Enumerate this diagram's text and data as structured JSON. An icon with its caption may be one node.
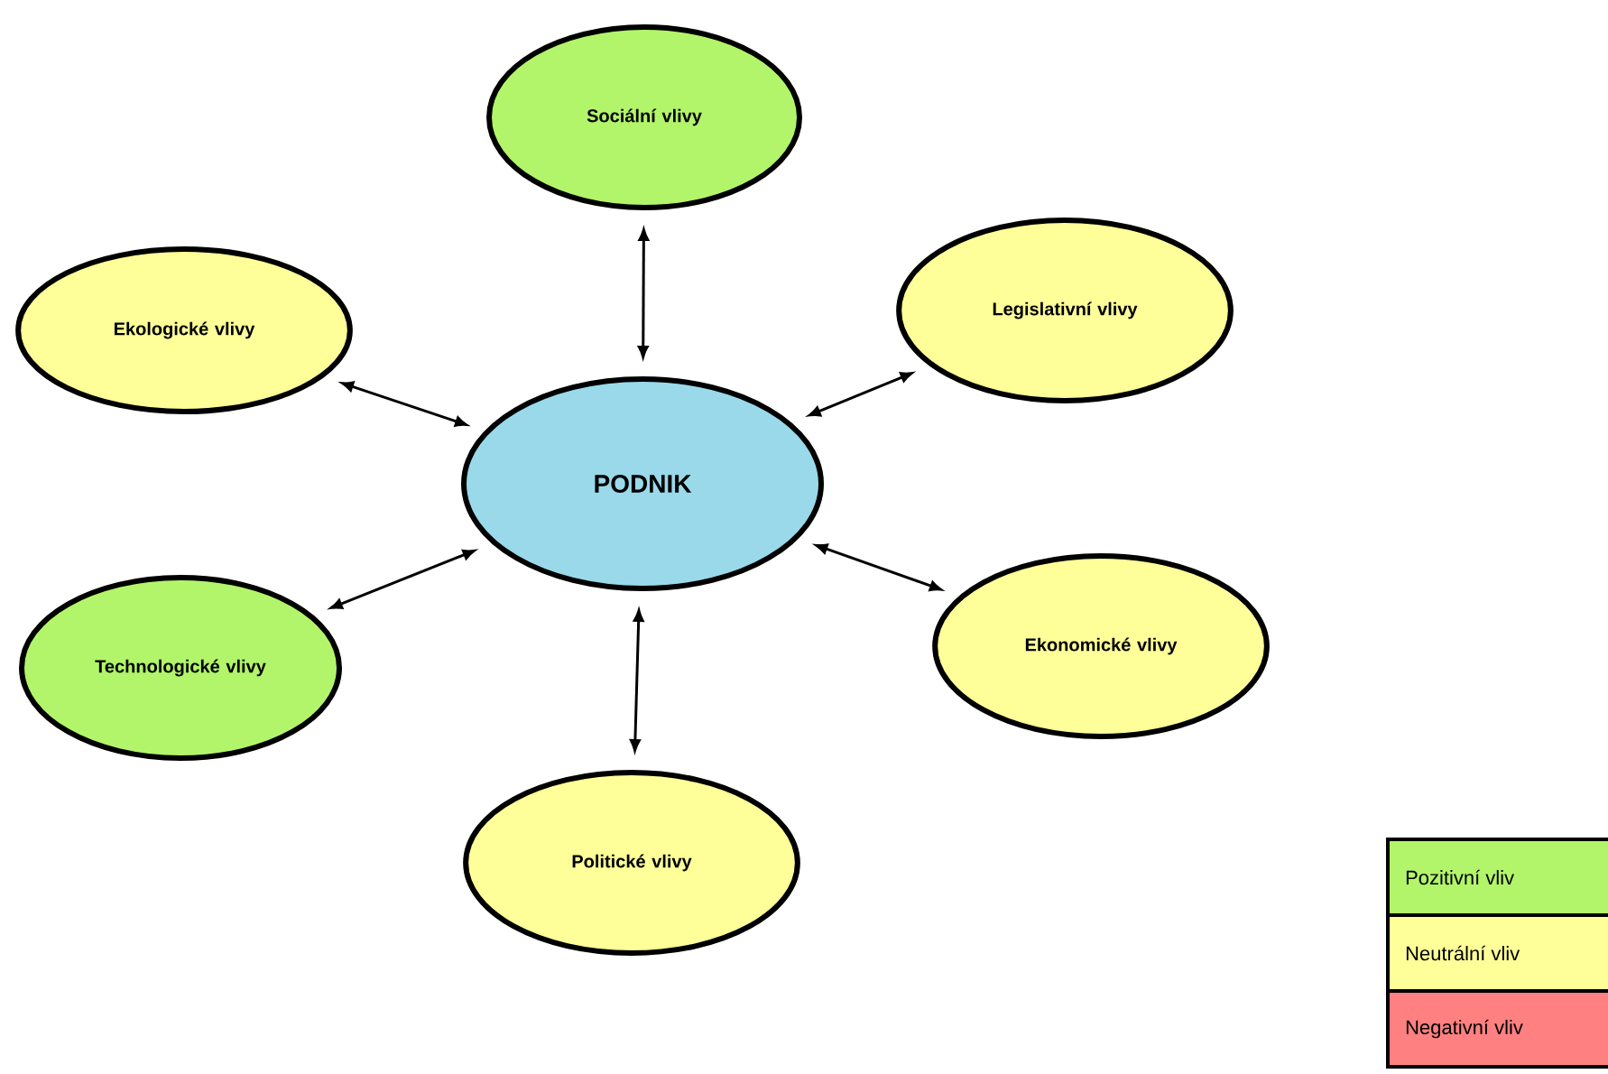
{
  "diagram": {
    "nodes": [
      {
        "text": [
          "Sociální vlivy"
        ]
      },
      {
        "text": [
          "Ekologické vlivy"
        ]
      },
      {
        "text": [
          "Legislativní vlivy"
        ]
      },
      {
        "text": [
          "PODNIK"
        ]
      },
      {
        "text": [
          "Technologické vlivy"
        ]
      },
      {
        "text": [
          "Ekonomické vlivy"
        ]
      },
      {
        "text": [
          "Politické vlivy"
        ]
      }
    ],
    "edges": [
      {
        "from": 3,
        "to": 0,
        "arrow": "both"
      },
      {
        "from": 3,
        "to": 1,
        "arrow": "both"
      },
      {
        "from": 3,
        "to": 2,
        "arrow": "both"
      },
      {
        "from": 3,
        "to": 4,
        "arrow": "both"
      },
      {
        "from": 3,
        "to": 5,
        "arrow": "both"
      },
      {
        "from": 3,
        "to": 6,
        "arrow": "both"
      }
    ],
    "legend": [
      {
        "text": "Pozitivní vliv",
        "color": "#b2f56a"
      },
      {
        "text": "Neutrální vliv",
        "color": "#ffff99"
      },
      {
        "text": "Negativní vliv",
        "color": "#ff8080"
      }
    ]
  }
}
